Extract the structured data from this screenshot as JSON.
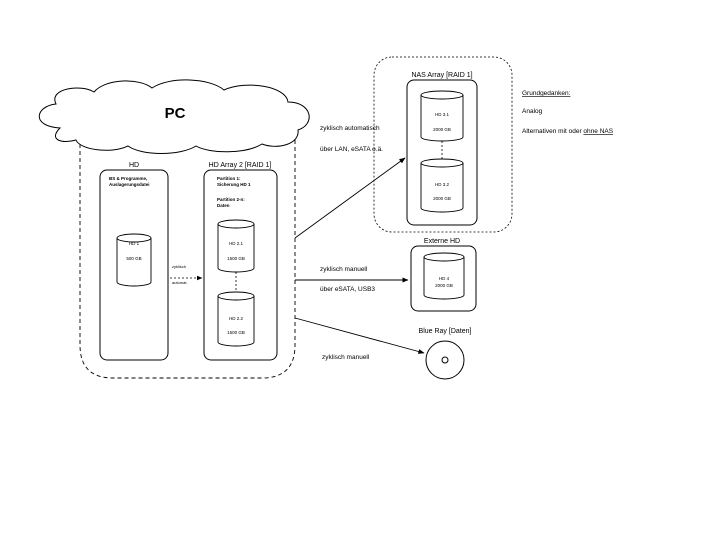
{
  "pc": {
    "title": "PC"
  },
  "hd": {
    "label": "HD",
    "note_line1": "BS & Programme,",
    "note_line2": "Auslagerungsdatei",
    "disk_name": "HD 1",
    "disk_size": "500 GB"
  },
  "array2": {
    "label": "HD Array 2 [RAID 1]",
    "p1_line1": "Partition 1:",
    "p1_line2": "Sicherung HD 1",
    "p2_line1": "Partition 2-n:",
    "p2_line2": "Daten",
    "disk1_name": "HD 2.1",
    "disk1_size": "1500 GB",
    "disk2_name": "HD 2.2",
    "disk2_size": "1500 GB"
  },
  "sync_internal": {
    "line1": "zyklisch",
    "line2": "automat."
  },
  "nas": {
    "label": "NAS Array [RAID 1]",
    "disk1_name": "HD 3.1",
    "disk1_size": "2000 GB",
    "disk2_name": "HD 3.2",
    "disk2_size": "2000 GB"
  },
  "external": {
    "label": "Externe HD",
    "disk_name": "HD 4",
    "disk_size": "2000 GB"
  },
  "bluray": {
    "label": "Blue Ray [Daten]"
  },
  "arrows": {
    "nas_line1": "zyklisch automatisch",
    "nas_line2": "über LAN, eSATA o.ä.",
    "ext_line1": "zyklisch manuell",
    "ext_line2": "über eSATA, USB3",
    "bluray_line1": "zyklisch manuell"
  },
  "notes": {
    "heading": "Grundgedanken:",
    "line1": "Analog",
    "line2_prefix": "Alternativen mit oder ",
    "line2_link": "ohne NAS"
  }
}
